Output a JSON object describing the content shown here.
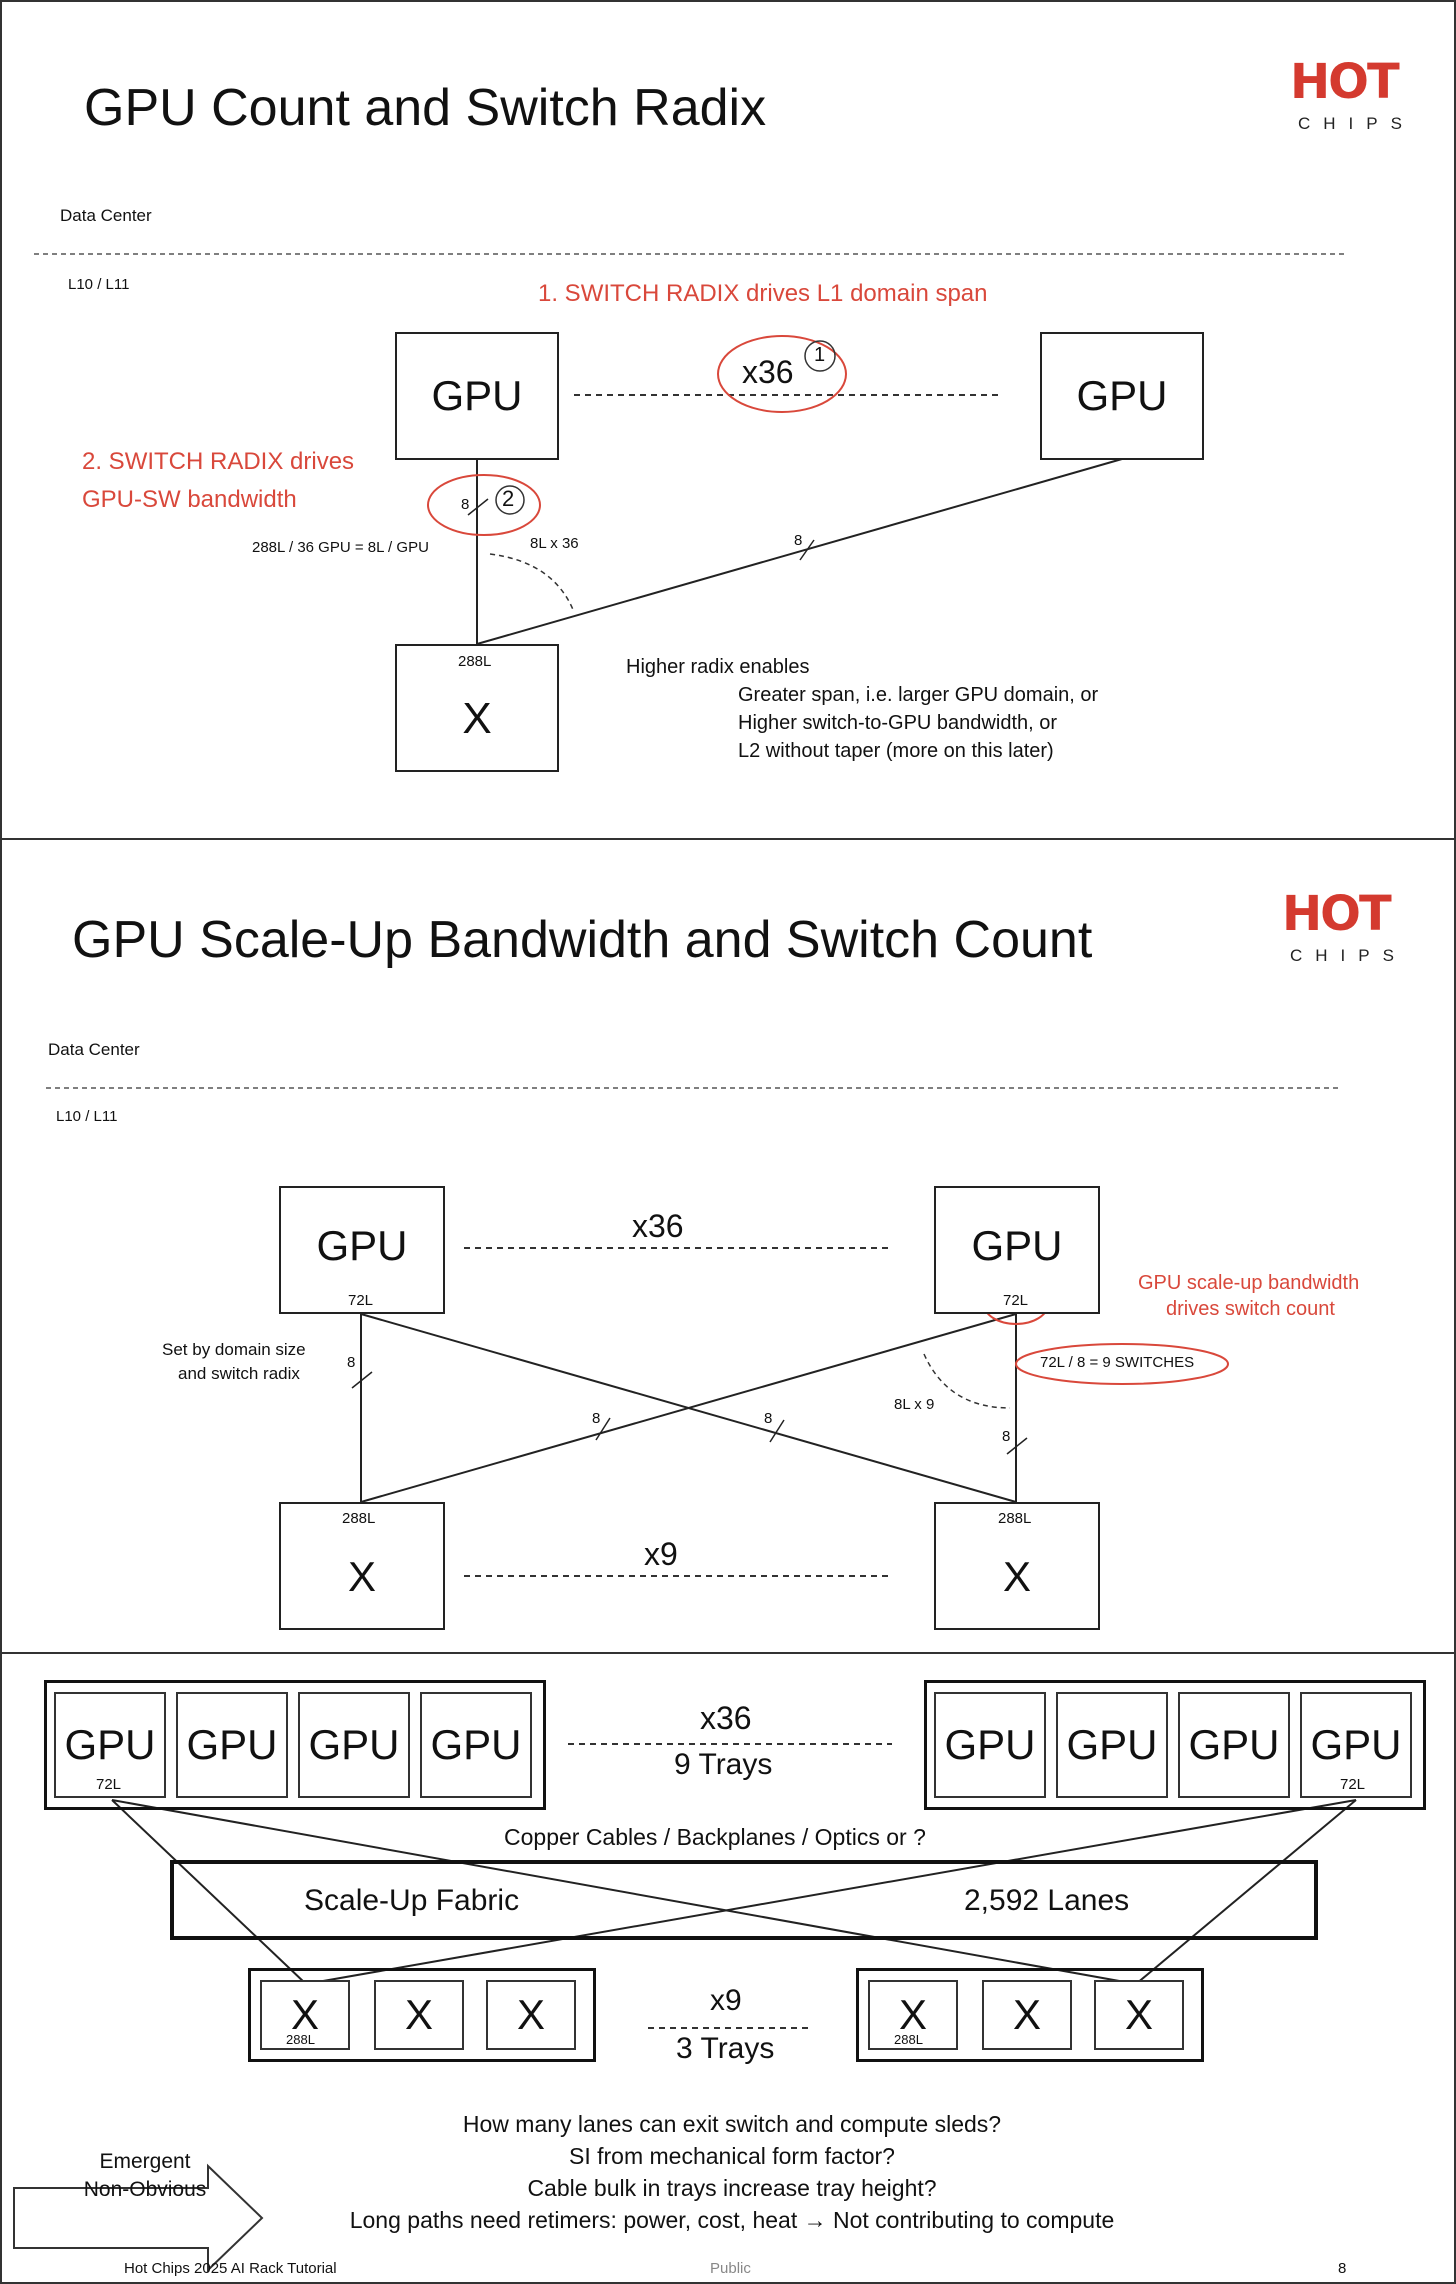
{
  "slide1": {
    "title": "GPU Count and Switch Radix",
    "data_center": "Data Center",
    "level": "L10 / L11",
    "point1": "1.   SWITCH RADIX drives L1 domain span",
    "point2_line1": "2. SWITCH RADIX drives",
    "point2_line2": "GPU-SW bandwidth",
    "gpu_left": "GPU",
    "gpu_right": "GPU",
    "switch_label": "X",
    "multiplier": "x36",
    "circle1": "1",
    "circle2": "2",
    "link_left_count": "8",
    "link_right_count": "8",
    "calc": "288L / 36 GPU = 8L / GPU",
    "lanes_formula": "8L x 36",
    "switch_lanes": "288L",
    "note_title": "Higher radix enables",
    "note_items": [
      "Greater span, i.e. larger GPU domain, or",
      "Higher switch-to-GPU bandwidth, or",
      "L2 without taper (more on this later)"
    ]
  },
  "slide2": {
    "title": "GPU Scale-Up Bandwidth and Switch Count",
    "data_center": "Data Center",
    "level": "L10 / L11",
    "gpu_left": "GPU",
    "gpu_right": "GPU",
    "gpu_lanes_left": "72L",
    "gpu_lanes_right": "72L",
    "gpu_multiplier": "x36",
    "switch_left": "X",
    "switch_right": "X",
    "switch_lanes_left": "288L",
    "switch_lanes_right": "288L",
    "switch_multiplier": "x9",
    "set_by_line1": "Set by domain size",
    "set_by_line2": "and switch radix",
    "link_counts": [
      "8",
      "8",
      "8",
      "8"
    ],
    "lanes_formula": "8L x 9",
    "switch_count_formula": "72L / 8 = 9 SWITCHES",
    "note_line1": "GPU scale-up bandwidth",
    "note_line2": "drives switch count"
  },
  "slide3": {
    "gpu_label": "GPU",
    "gpu_lanes": "72L",
    "gpu_tray_multiplier": "x36",
    "gpu_trays": "9 Trays",
    "cables": "Copper Cables / Backplanes / Optics or ?",
    "fabric_label": "Scale-Up Fabric",
    "fabric_lanes": "2,592 Lanes",
    "switch_label": "X",
    "switch_lanes": "288L",
    "switch_tray_multiplier": "x9",
    "switch_trays": "3 Trays",
    "arrow_line1": "Emergent",
    "arrow_line2": "Non-Obvious",
    "questions": [
      "How many lanes can exit switch and compute sleds?",
      "SI from mechanical form factor?",
      "Cable bulk in trays increase tray height?",
      "Long paths need retimers: power, cost, heat → Not contributing to compute"
    ],
    "footer_left": "Hot Chips 2025 AI Rack Tutorial",
    "footer_center": "Public",
    "footer_page": "8"
  },
  "logo": {
    "word": "HOT",
    "sub": "CHIPS"
  },
  "colors": {
    "accent_red": "#d9483b",
    "logo_red": "#d43a2f"
  }
}
